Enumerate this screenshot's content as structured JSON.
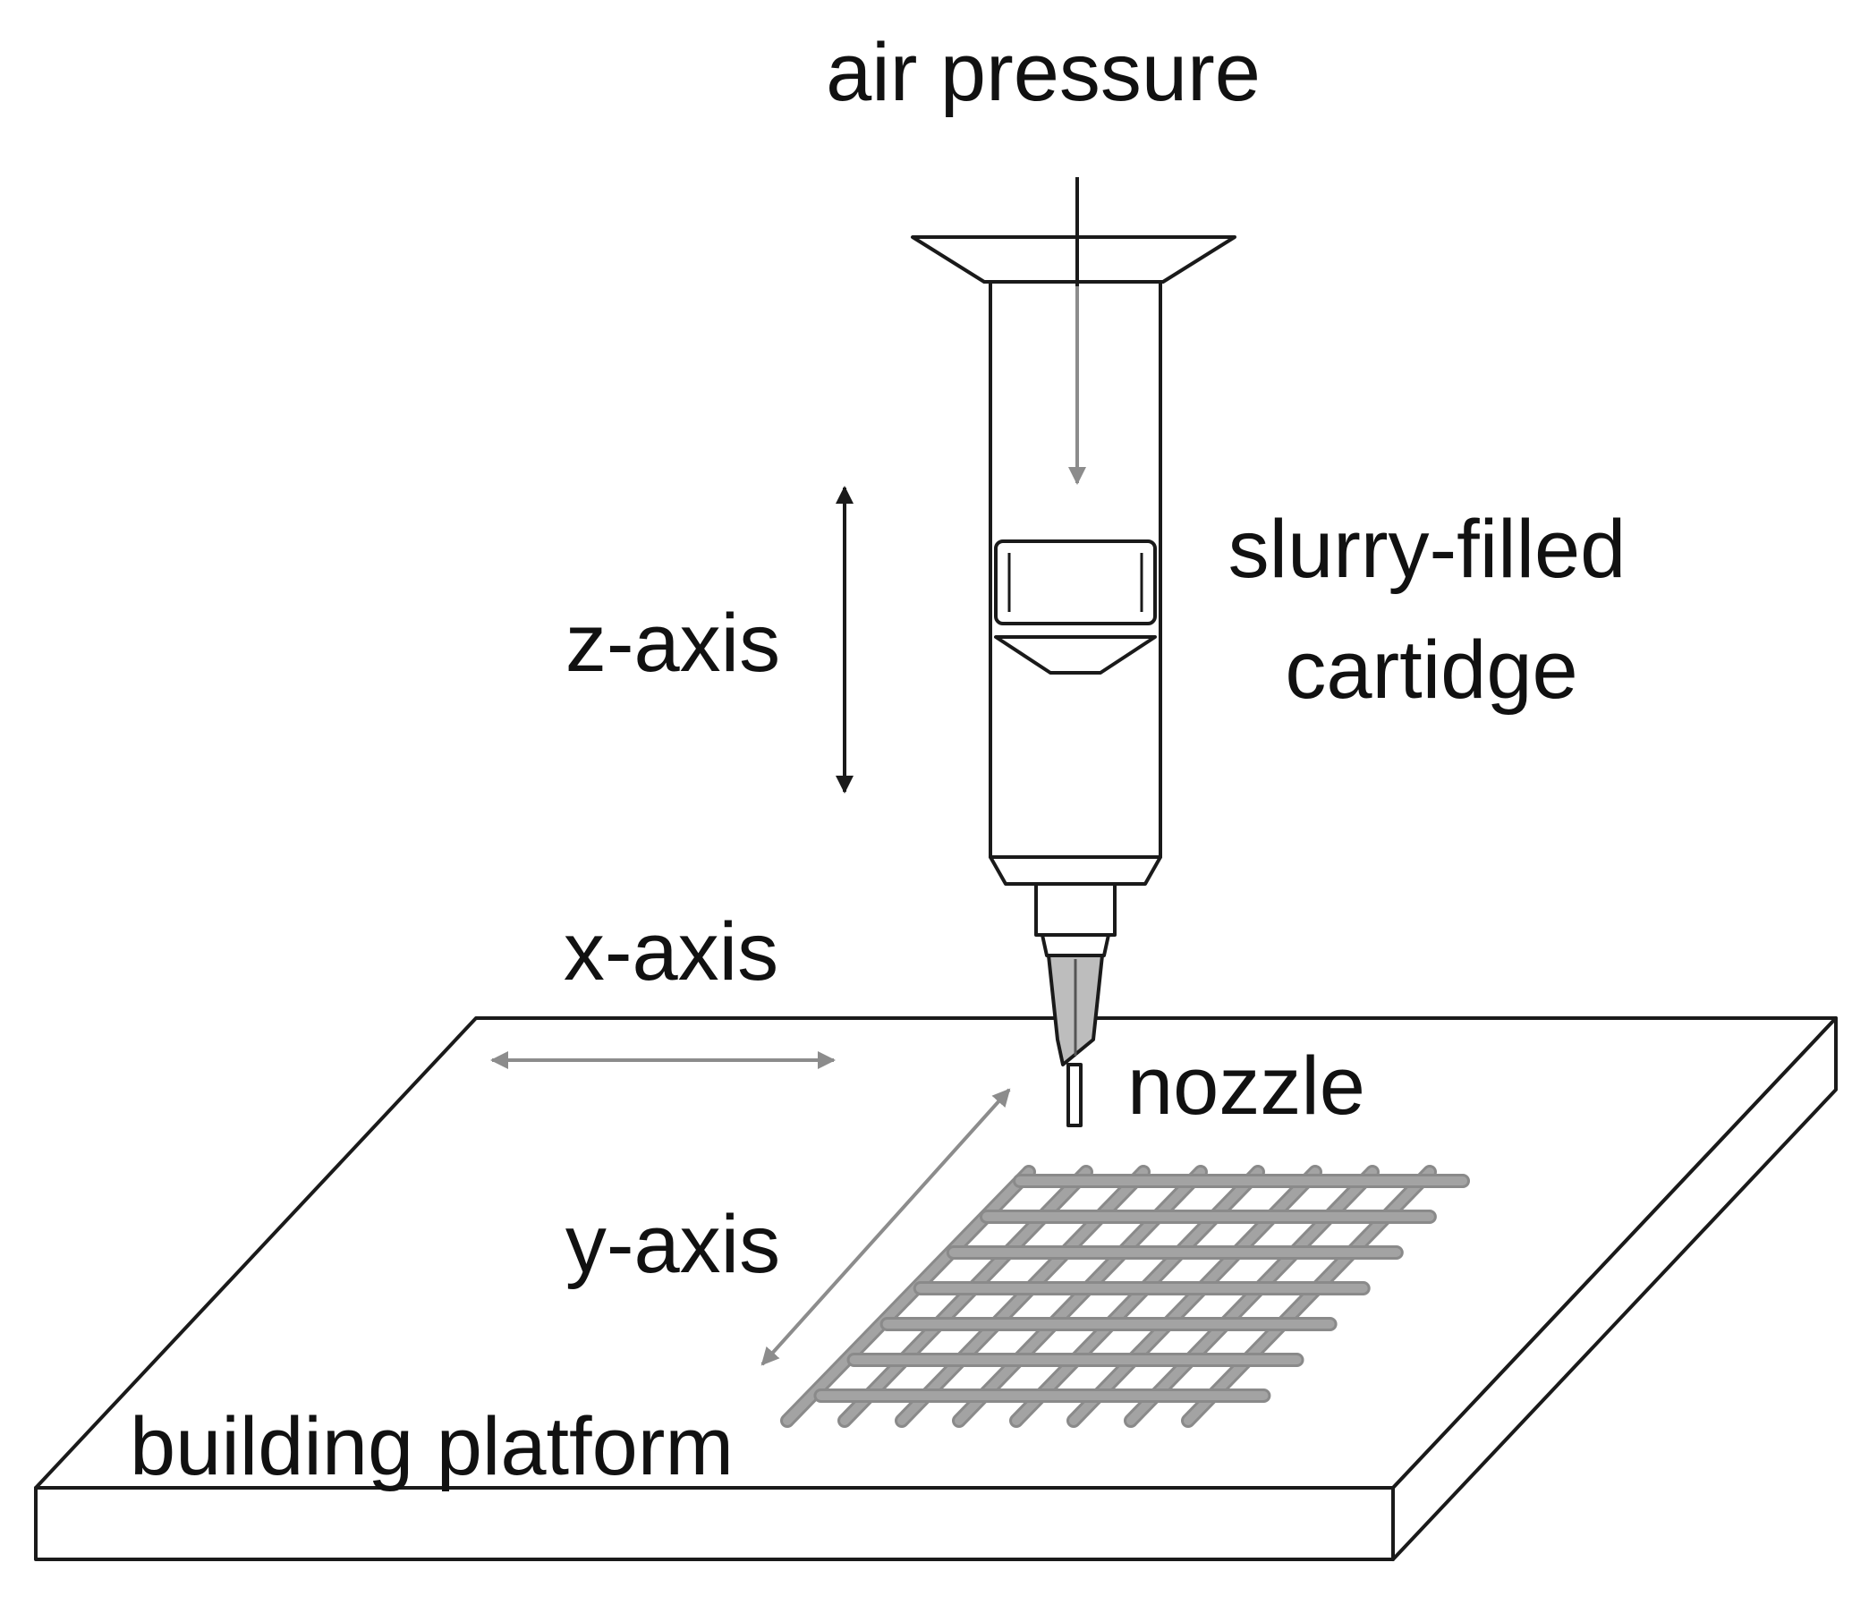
{
  "labels": {
    "air_pressure": "air pressure",
    "cartridge_line1": "slurry-filled",
    "cartridge_line2": "cartidge",
    "z_axis": "z-axis",
    "x_axis": "x-axis",
    "nozzle": "nozzle",
    "y_axis": "y-axis",
    "platform": "building platform"
  },
  "colors": {
    "line": "#1a1a1a",
    "arrow_gray": "#8c8c8c",
    "lattice": "#a3a3a3",
    "lattice_edge": "#8a8a8a",
    "background": "#ffffff"
  }
}
